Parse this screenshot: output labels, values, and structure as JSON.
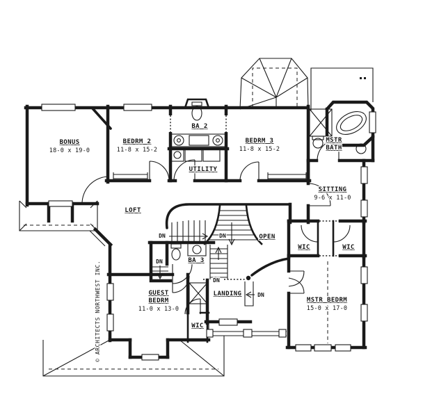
{
  "plan": {
    "copyright": "© ARCHITECTS NORTHWEST INC.",
    "rooms": {
      "bonus": {
        "name": "BONUS",
        "dims": "18-0 x 19-0"
      },
      "bedrm2": {
        "name": "BEDRM 2",
        "dims": "11-8 x 15-2"
      },
      "ba2": {
        "name": "BA 2"
      },
      "utility": {
        "name": "UTILITY"
      },
      "bedrm3": {
        "name": "BEDRM 3",
        "dims": "11-8 x 15-2"
      },
      "mstr_bath": {
        "name_line1": "MSTR",
        "name_line2": "BATH"
      },
      "sitting": {
        "name": "SITTING",
        "dims": "9-6 x 11-0"
      },
      "loft": {
        "name": "LOFT"
      },
      "open": {
        "name": "OPEN"
      },
      "ba3": {
        "name": "BA 3"
      },
      "guest": {
        "name_line1": "GUEST",
        "name_line2": "BEDRM",
        "dims": "11-0 x 13-0"
      },
      "landing": {
        "name": "LANDING"
      },
      "wic_guest": {
        "name": "WIC"
      },
      "wic_left": {
        "name": "WIC"
      },
      "wic_right": {
        "name": "WIC"
      },
      "mstr_bedrm": {
        "name": "MSTR BEDRM",
        "dims": "15-0 x 17-0"
      }
    },
    "stair_labels": {
      "down": "DN"
    },
    "colors": {
      "ink": "#1a1a1a",
      "background": "#ffffff"
    }
  }
}
